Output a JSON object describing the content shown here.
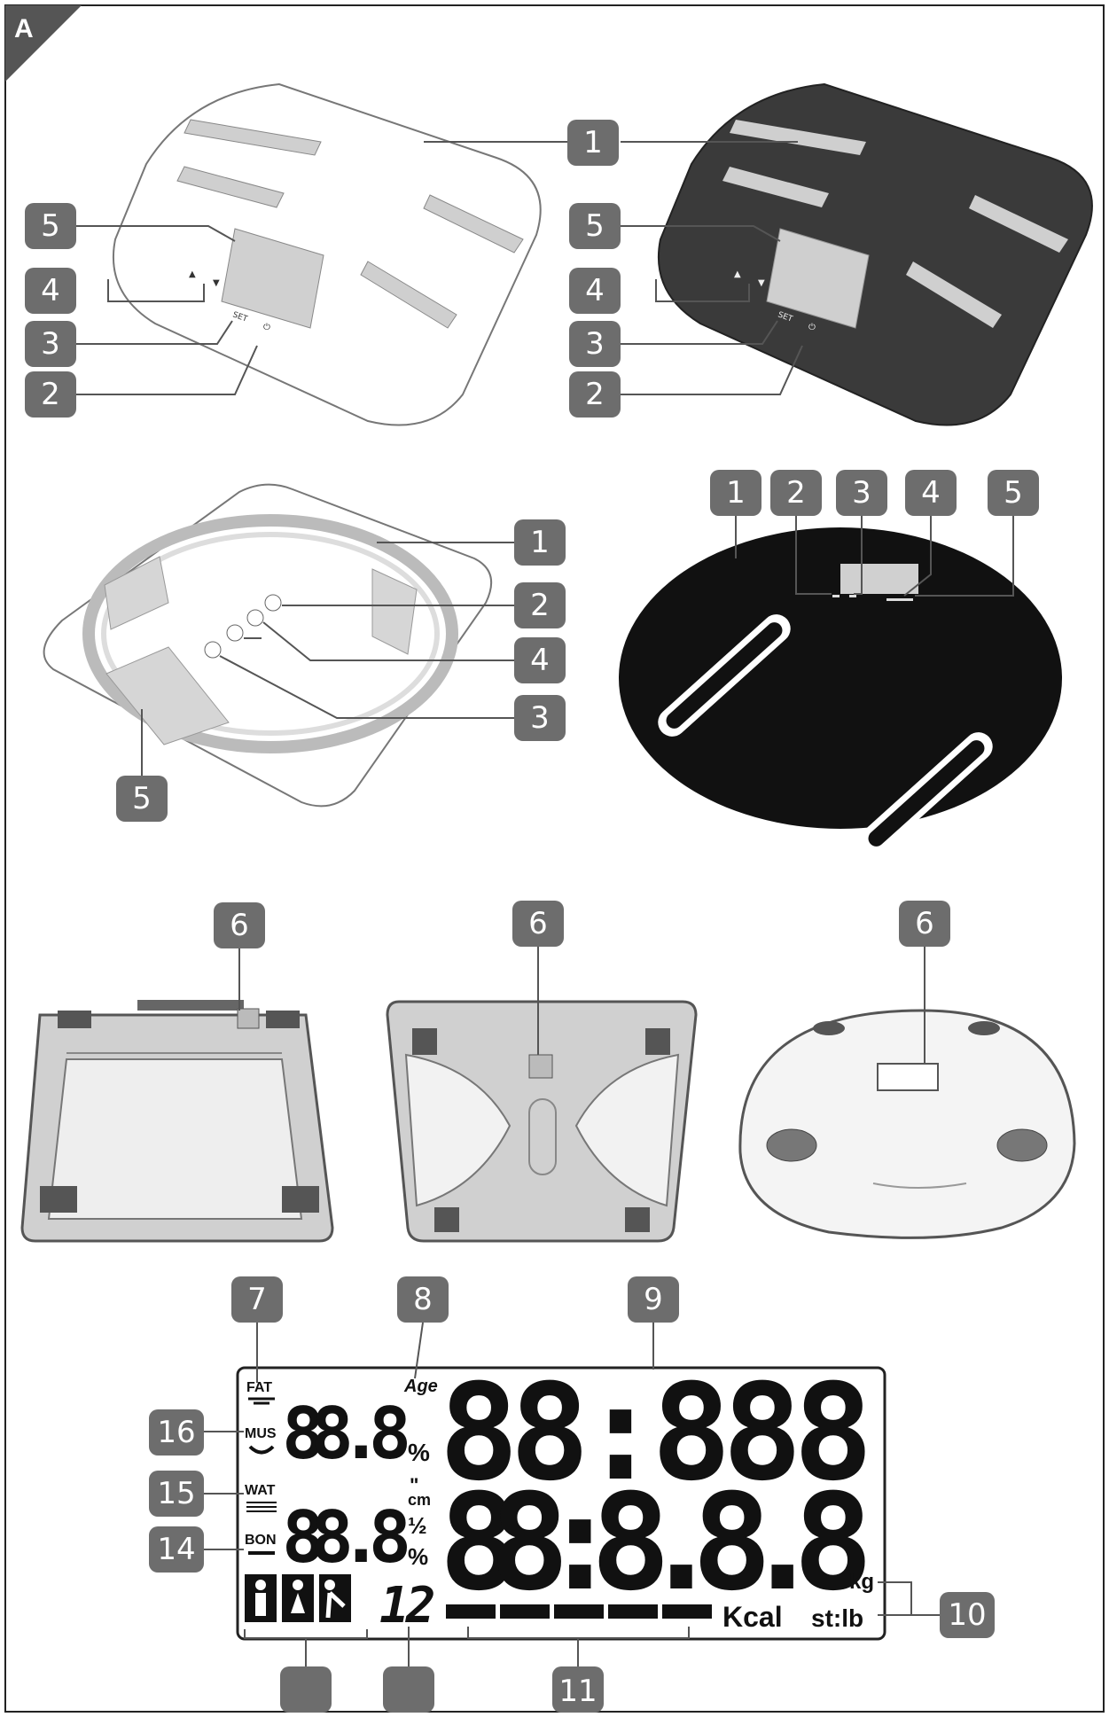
{
  "corner_label": "A",
  "callouts": {
    "one": "1",
    "two": "2",
    "three": "3",
    "four": "4",
    "five": "5",
    "six": "6",
    "seven": "7",
    "eight": "8",
    "nine": "9",
    "ten": "10",
    "eleven": "11",
    "fourteen": "14",
    "fifteen": "15",
    "sixteen": "16"
  },
  "scale_buttons": {
    "sym_down": "▼",
    "sym_up": "▲",
    "sym_set": "SET",
    "sym_power": "⏻"
  },
  "lcd": {
    "fat": "FAT",
    "mus": "MUS",
    "wat": "WAT",
    "bon": "BON",
    "age": "Age",
    "percent_top": "%",
    "inch": "\"",
    "cm": "cm",
    "half": "½",
    "percent_bottom": "%",
    "small_top_digits": "88.8",
    "small_bottom_digits": "88.8",
    "big_digits_top": "88:888",
    "big_digits_bottom": "88:8.8.8",
    "user_number": "12",
    "kg": "kg",
    "kcal": "Kcal",
    "stlb": "st:lb"
  },
  "colors": {
    "badge": "#6d6d6d",
    "dark_scale": "#3a3a3a",
    "black_scale": "#111111",
    "outline": "#8a8a8a",
    "panel": "#d8d8d8"
  }
}
